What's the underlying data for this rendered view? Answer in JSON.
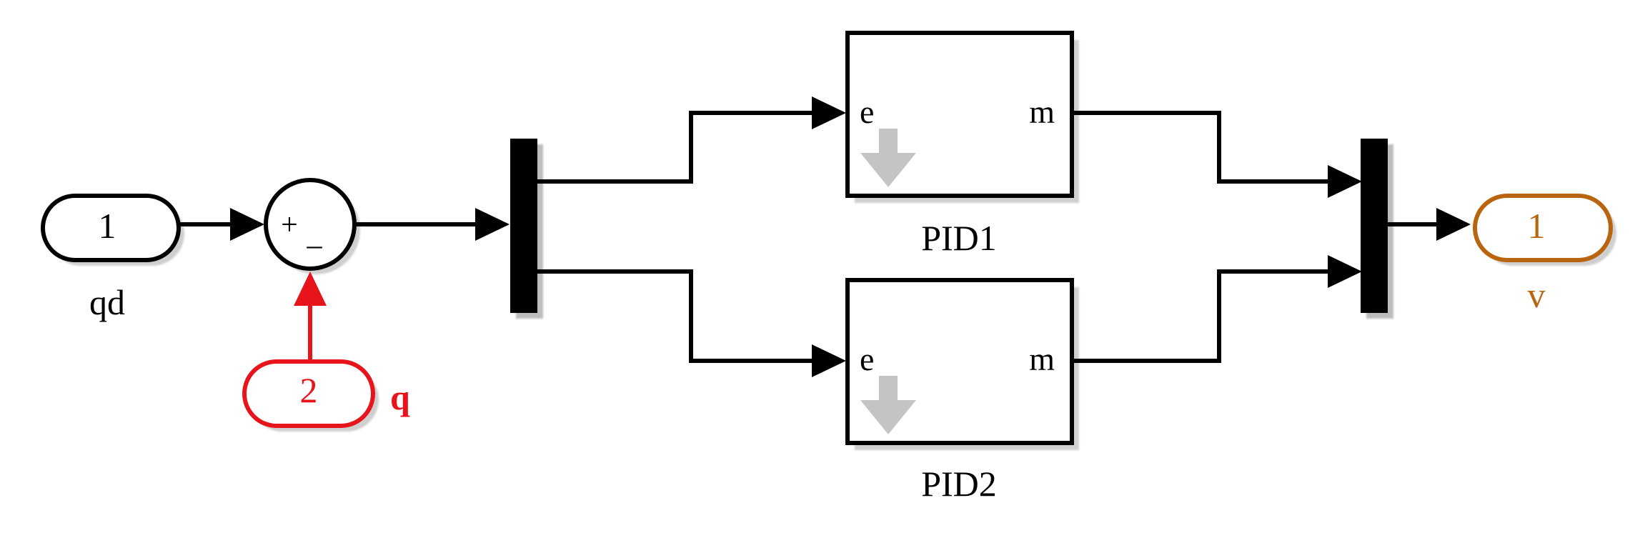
{
  "colors": {
    "wire": "#000000",
    "feedback": "#e8141b",
    "output": "#b9640f",
    "block_border": "#000000",
    "shadow": "#c8c8c8",
    "mask_arrow": "#c4c4c4"
  },
  "inport_qd": {
    "number": "1",
    "name": "qd"
  },
  "inport_q": {
    "number": "2",
    "name": "q"
  },
  "sum_block": {
    "signs": [
      "+",
      "_"
    ]
  },
  "pid1": {
    "name": "PID1",
    "input_label": "e",
    "output_label": "m",
    "icon": "down-arrow-icon"
  },
  "pid2": {
    "name": "PID2",
    "input_label": "e",
    "output_label": "m",
    "icon": "down-arrow-icon"
  },
  "outport_v": {
    "number": "1",
    "name": "v"
  },
  "demux_block": {
    "icon": "demux-bar"
  },
  "mux_block": {
    "icon": "mux-bar"
  }
}
